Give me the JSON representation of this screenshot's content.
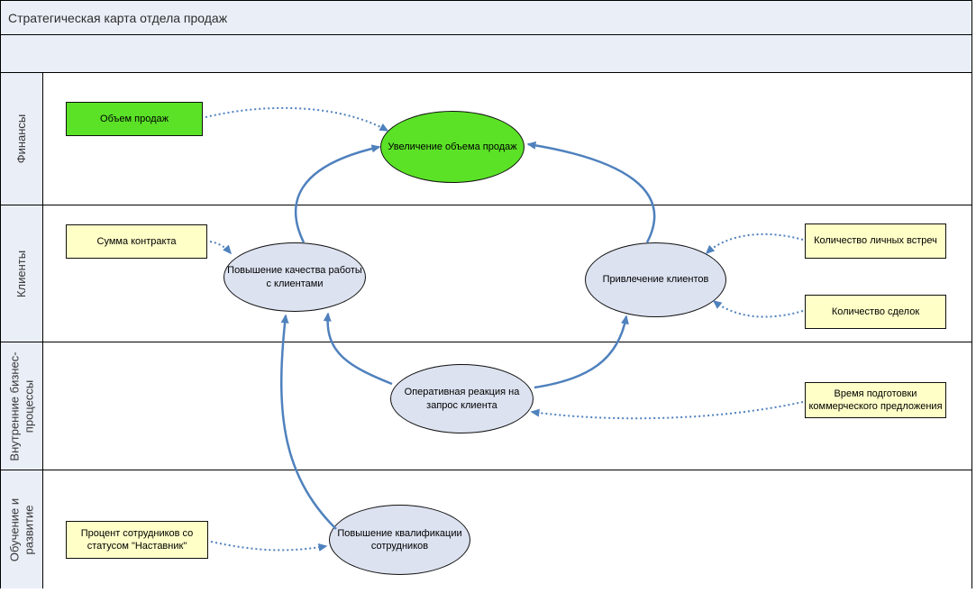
{
  "title": "Стратегическая карта отдела продаж",
  "lanes": [
    {
      "id": "finance",
      "label": "Финансы"
    },
    {
      "id": "clients",
      "label": "Клиенты"
    },
    {
      "id": "processes",
      "label": "Внутренние бизнес-процессы"
    },
    {
      "id": "learning",
      "label": "Обучение и развитие"
    }
  ],
  "nodes": {
    "sales_volume": {
      "label": "Объем продаж",
      "shape": "rectangle",
      "color": "#5be227",
      "lane": "finance"
    },
    "sales_increase": {
      "label": "Увеличение объема продаж",
      "shape": "ellipse",
      "color": "#5be227",
      "lane": "finance"
    },
    "contract_amount": {
      "label": "Сумма контракта",
      "shape": "rectangle",
      "color": "#ffffc8",
      "lane": "clients"
    },
    "work_quality": {
      "label": "Повышение качества работы\nс клиентами",
      "shape": "ellipse",
      "color": "#dce2f0",
      "lane": "clients"
    },
    "client_attraction": {
      "label": "Привлечение клиентов",
      "shape": "ellipse",
      "color": "#dce2f0",
      "lane": "clients"
    },
    "personal_meetings": {
      "label": "Количество личных встреч",
      "shape": "rectangle",
      "color": "#ffffc8",
      "lane": "clients"
    },
    "deals_count": {
      "label": "Количество сделок",
      "shape": "rectangle",
      "color": "#ffffc8",
      "lane": "clients"
    },
    "quick_response": {
      "label": "Оперативная реакция на\nзапрос клиента",
      "shape": "ellipse",
      "color": "#dce2f0",
      "lane": "processes"
    },
    "proposal_time": {
      "label": "Время подготовки\nкоммерческого предложения",
      "shape": "rectangle",
      "color": "#ffffc8",
      "lane": "processes"
    },
    "staff_qualification": {
      "label": "Повышение квалификации\nсотрудников",
      "shape": "ellipse",
      "color": "#dce2f0",
      "lane": "learning"
    },
    "mentor_percent": {
      "label": "Процент сотрудников со\nстатусом \"Наставник\"",
      "shape": "rectangle",
      "color": "#ffffc8",
      "lane": "learning"
    }
  },
  "edges": [
    {
      "from": "sales_volume",
      "to": "sales_increase",
      "style": "dotted"
    },
    {
      "from": "contract_amount",
      "to": "work_quality",
      "style": "dotted"
    },
    {
      "from": "personal_meetings",
      "to": "client_attraction",
      "style": "dotted"
    },
    {
      "from": "deals_count",
      "to": "client_attraction",
      "style": "dotted"
    },
    {
      "from": "proposal_time",
      "to": "quick_response",
      "style": "dotted"
    },
    {
      "from": "mentor_percent",
      "to": "staff_qualification",
      "style": "dotted"
    },
    {
      "from": "work_quality",
      "to": "sales_increase",
      "style": "solid"
    },
    {
      "from": "client_attraction",
      "to": "sales_increase",
      "style": "solid"
    },
    {
      "from": "quick_response",
      "to": "work_quality",
      "style": "solid"
    },
    {
      "from": "quick_response",
      "to": "client_attraction",
      "style": "solid"
    },
    {
      "from": "staff_qualification",
      "to": "work_quality",
      "style": "solid"
    }
  ],
  "colors": {
    "lane_header_bg": "#e9eef7",
    "node_green": "#5be227",
    "node_yellow": "#ffffc8",
    "node_lavender": "#dce2f0",
    "arrow_blue": "#4f81bd",
    "border_black": "#000000"
  }
}
